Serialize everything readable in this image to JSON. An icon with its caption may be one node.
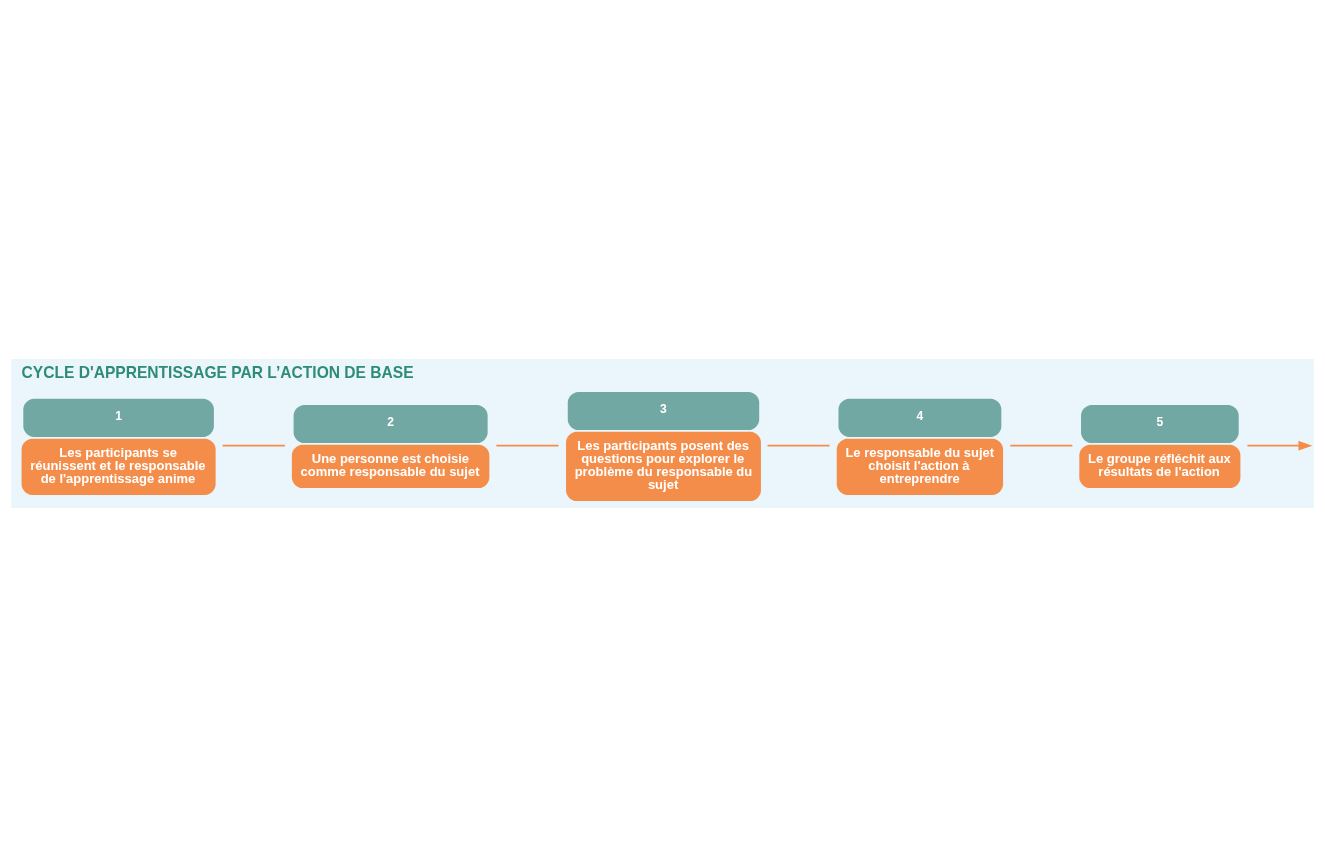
{
  "diagram": {
    "title": "CYCLE D'APPRENTISSAGE PAR L’ACTION DE BASE",
    "nodes": [
      {
        "text": [
          "1",
          "Les participants se réunissent et le responsable de l'apprentissage anime"
        ]
      },
      {
        "text": [
          "2",
          "Une personne est choisie comme responsable du sujet"
        ]
      },
      {
        "text": [
          "3",
          "Les participants posent des questions pour explorer le problème du responsable du sujet"
        ]
      },
      {
        "text": [
          "4",
          "Le responsable du sujet choisit l'action à entreprendre"
        ]
      },
      {
        "text": [
          "5",
          "Le groupe réfléchit aux résultats de l'action"
        ]
      }
    ],
    "edges": [
      {
        "from": 0,
        "to": 1,
        "arrow": "none"
      },
      {
        "from": 1,
        "to": 2,
        "arrow": "none"
      },
      {
        "from": 2,
        "to": 3,
        "arrow": "none"
      },
      {
        "from": 3,
        "to": 4,
        "arrow": "none"
      },
      {
        "from": 4,
        "to": null,
        "arrow": "to"
      }
    ]
  }
}
